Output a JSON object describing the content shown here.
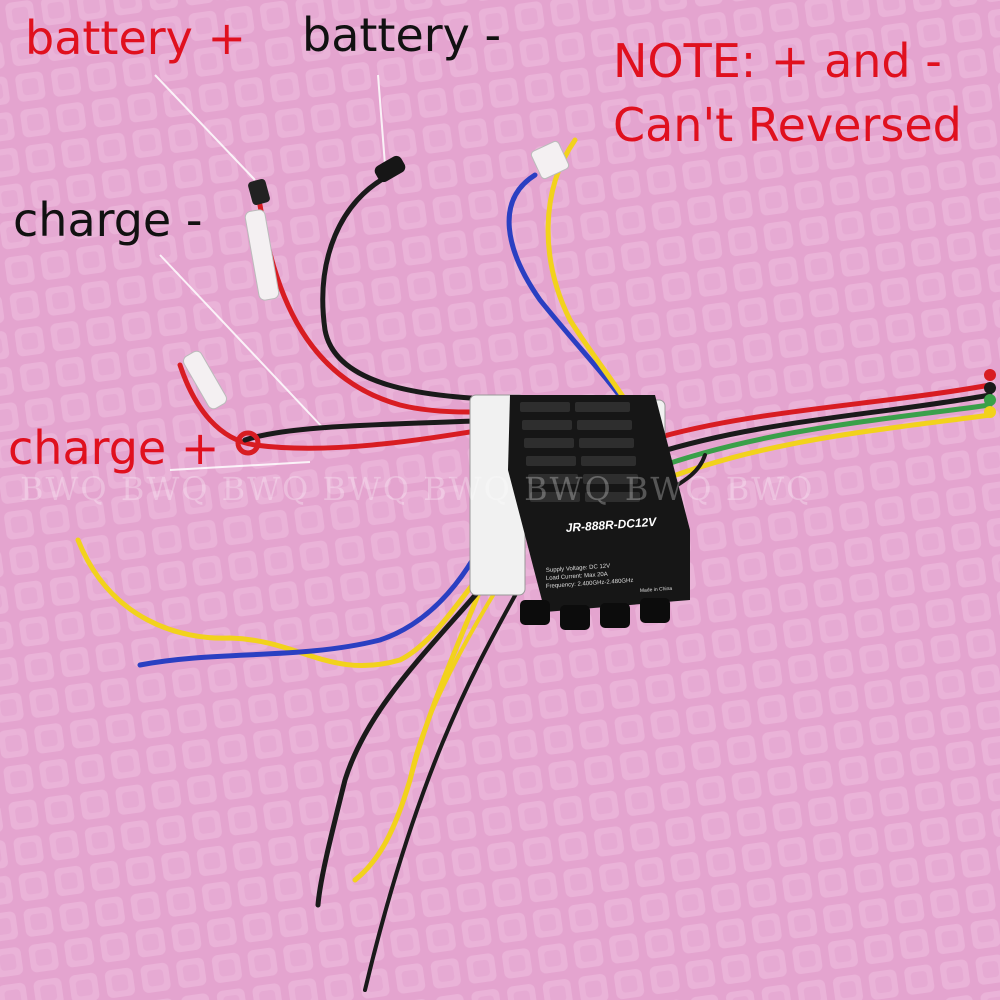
{
  "labels": {
    "battery_plus": "battery +",
    "battery_minus": "battery -",
    "charge_minus": "charge -",
    "charge_plus": "charge +",
    "note_line1": "NOTE:  + and -",
    "note_line2": "Can't Reversed"
  },
  "watermark": "BWQ BWQ BWQ BWQ BWQ BWQ BWQ BWQ",
  "module": {
    "model": "JR-888R-DC12V",
    "line1": "Supply Voltage: DC 12V",
    "line2": "Load Current: Max 20A",
    "line3": "Frequency: 2.400GHz-2.480GHz",
    "made": "Made in China"
  },
  "colors": {
    "background": "#e4a4cf",
    "label_red": "#e0101e",
    "label_black": "#111111",
    "wire_red": "#d81c22",
    "wire_black": "#1a1a1a",
    "wire_yellow": "#f2d21c",
    "wire_blue": "#2a3fc2",
    "wire_green": "#3aa04a",
    "module_body": "#161616"
  }
}
